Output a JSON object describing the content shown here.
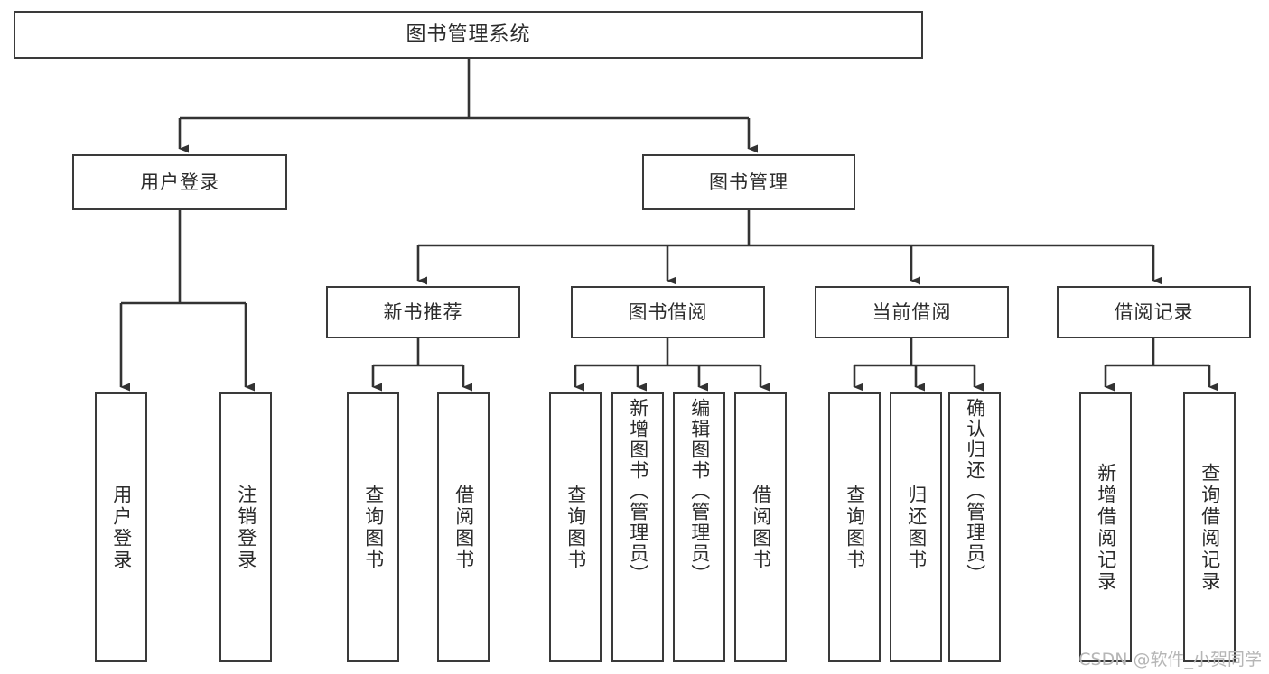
{
  "diagram": {
    "type": "tree",
    "title": "图书管理系统",
    "orientation": "top-down",
    "colors": {
      "box_border": "#3a3a3a",
      "box_fill": "#ffffff",
      "connector": "#333333",
      "text": "#2b2b2b",
      "watermark": "#b6b6b6",
      "background": "#ffffff"
    },
    "nodes": {
      "root": {
        "label": "图书管理系统"
      },
      "level1": [
        {
          "label": "用户登录"
        },
        {
          "label": "图书管理"
        }
      ],
      "level2": [
        {
          "label": "新书推荐"
        },
        {
          "label": "图书借阅"
        },
        {
          "label": "当前借阅"
        },
        {
          "label": "借阅记录"
        }
      ],
      "leaves": {
        "user_login": [
          {
            "label": "用户登录"
          },
          {
            "label": "注销登录"
          }
        ],
        "new_book": [
          {
            "label": "查询图书"
          },
          {
            "label": "借阅图书"
          }
        ],
        "book_borrow": [
          {
            "label": "查询图书"
          },
          {
            "label": "新增图书（管理员）"
          },
          {
            "label": "编辑图书（管理员）"
          },
          {
            "label": "借阅图书"
          }
        ],
        "current_borrow": [
          {
            "label": "查询图书"
          },
          {
            "label": "归还图书"
          },
          {
            "label": "确认归还（管理员）"
          }
        ],
        "borrow_record": [
          {
            "label": "新增借阅记录"
          },
          {
            "label": "查询借阅记录"
          }
        ]
      }
    },
    "watermark": "CSDN @软件_小贺同学"
  }
}
